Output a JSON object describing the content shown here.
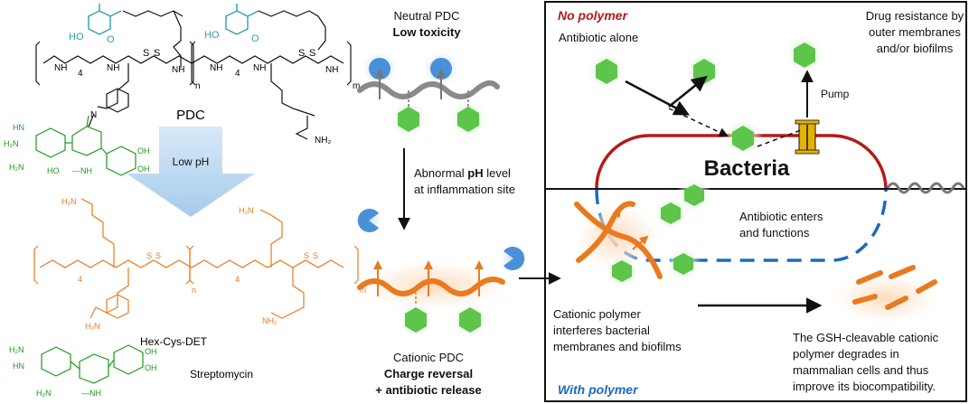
{
  "colors": {
    "black": "#111111",
    "teal": "#2e9fae",
    "green": "#1a9a1a",
    "orange": "#ea7a20",
    "drug_green": "#5cc54a",
    "blue_ion": "#4a90d9",
    "dark_red": "#b51a1a",
    "blue_dash": "#1b6bbf",
    "pump": "#e3b300",
    "arrow_fill": "#b3d3ee",
    "polymer_gray": "#8a8a8a"
  },
  "left": {
    "pdc_label": "PDC",
    "low_ph_label": "Low pH",
    "hex_label": "Hex-Cys-DET",
    "strepto_label": "Streptomycin",
    "sub_4": "4",
    "sub_n": "n",
    "sub_m": "m",
    "nh": "NH",
    "h": "H",
    "n": "N",
    "o": "O",
    "s": "S",
    "oh": "OH",
    "ho": "HO",
    "h2n": "H₂N",
    "nh2": "NH₂",
    "hn": "HN",
    "nh_methyl": "—NH",
    "h2n_gu": "H₂N",
    "hn_gu": "HN"
  },
  "middle": {
    "neutral_title": "Neutral PDC",
    "neutral_sub": "Low toxicity",
    "abnormal_1a": "Abnormal ",
    "abnormal_1b": "pH",
    "abnormal_1c": " level",
    "abnormal_2": "at inflammation site",
    "cationic_title": "Cationic PDC",
    "cationic_sub1": "Charge reversal",
    "cationic_sub2": "+ antibiotic release"
  },
  "right": {
    "no_polymer": "No polymer",
    "antibiotic_alone": "Antibiotic alone",
    "drug_resistance_1": "Drug resistance by",
    "drug_resistance_2": "outer membranes",
    "drug_resistance_3": "and/or biofilms",
    "pump": "Pump",
    "bacteria": "Bacteria",
    "enters_1": "Antibiotic enters",
    "enters_2": "and functions",
    "cationic_1": "Cationic polymer",
    "cationic_2": "interferes bacterial",
    "cationic_3": "membranes and biofilms",
    "with_polymer": "With polymer",
    "gsh_1": "The GSH-cleavable cationic",
    "gsh_2": "polymer degrades in",
    "gsh_3": "mammalian cells and thus",
    "gsh_4": "improve its biocompatibility."
  }
}
